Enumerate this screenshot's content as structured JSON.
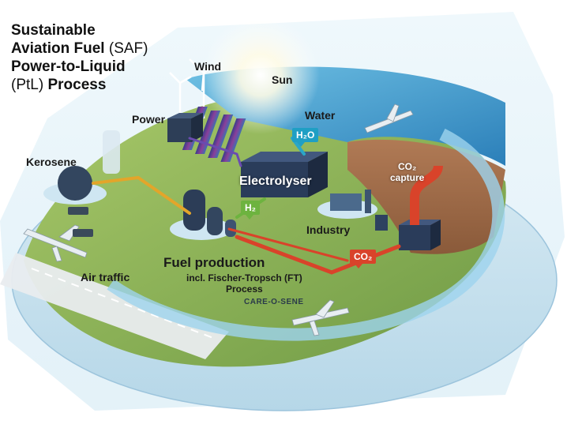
{
  "title": {
    "line1": "Sustainable",
    "line2_bold": "Aviation Fuel",
    "line2_thin": " (SAF)",
    "line3": "Power-to-Liquid",
    "line4_thin": "(PtL) ",
    "line4_bold": "Process"
  },
  "labels": {
    "wind": "Wind",
    "sun": "Sun",
    "power": "Power",
    "water": "Water",
    "kerosene": "Kerosene",
    "electrolyser": "Electrolyser",
    "co2_capture_line1": "CO₂",
    "co2_capture_line2": "capture",
    "industry": "Industry",
    "fuel_production": "Fuel production",
    "ft_line1": "incl. Fischer-Tropsch (FT)",
    "ft_line2": "Process",
    "care_o_sene": "CARE-O-SENE",
    "air_traffic": "Air traffic"
  },
  "tags": {
    "h2o": "H₂O",
    "h2": "H₂",
    "co2": "CO₂"
  },
  "colors": {
    "h2o_tag": "#1f9fc4",
    "h2_tag": "#6db33f",
    "co2_tag": "#d9432a",
    "co2_pipe": "#d9432a",
    "kerosene_pipe": "#e3a52a",
    "water_pipe": "#2aa6c8",
    "ground": "#8fb85c",
    "sea": "#3a8fc9"
  }
}
